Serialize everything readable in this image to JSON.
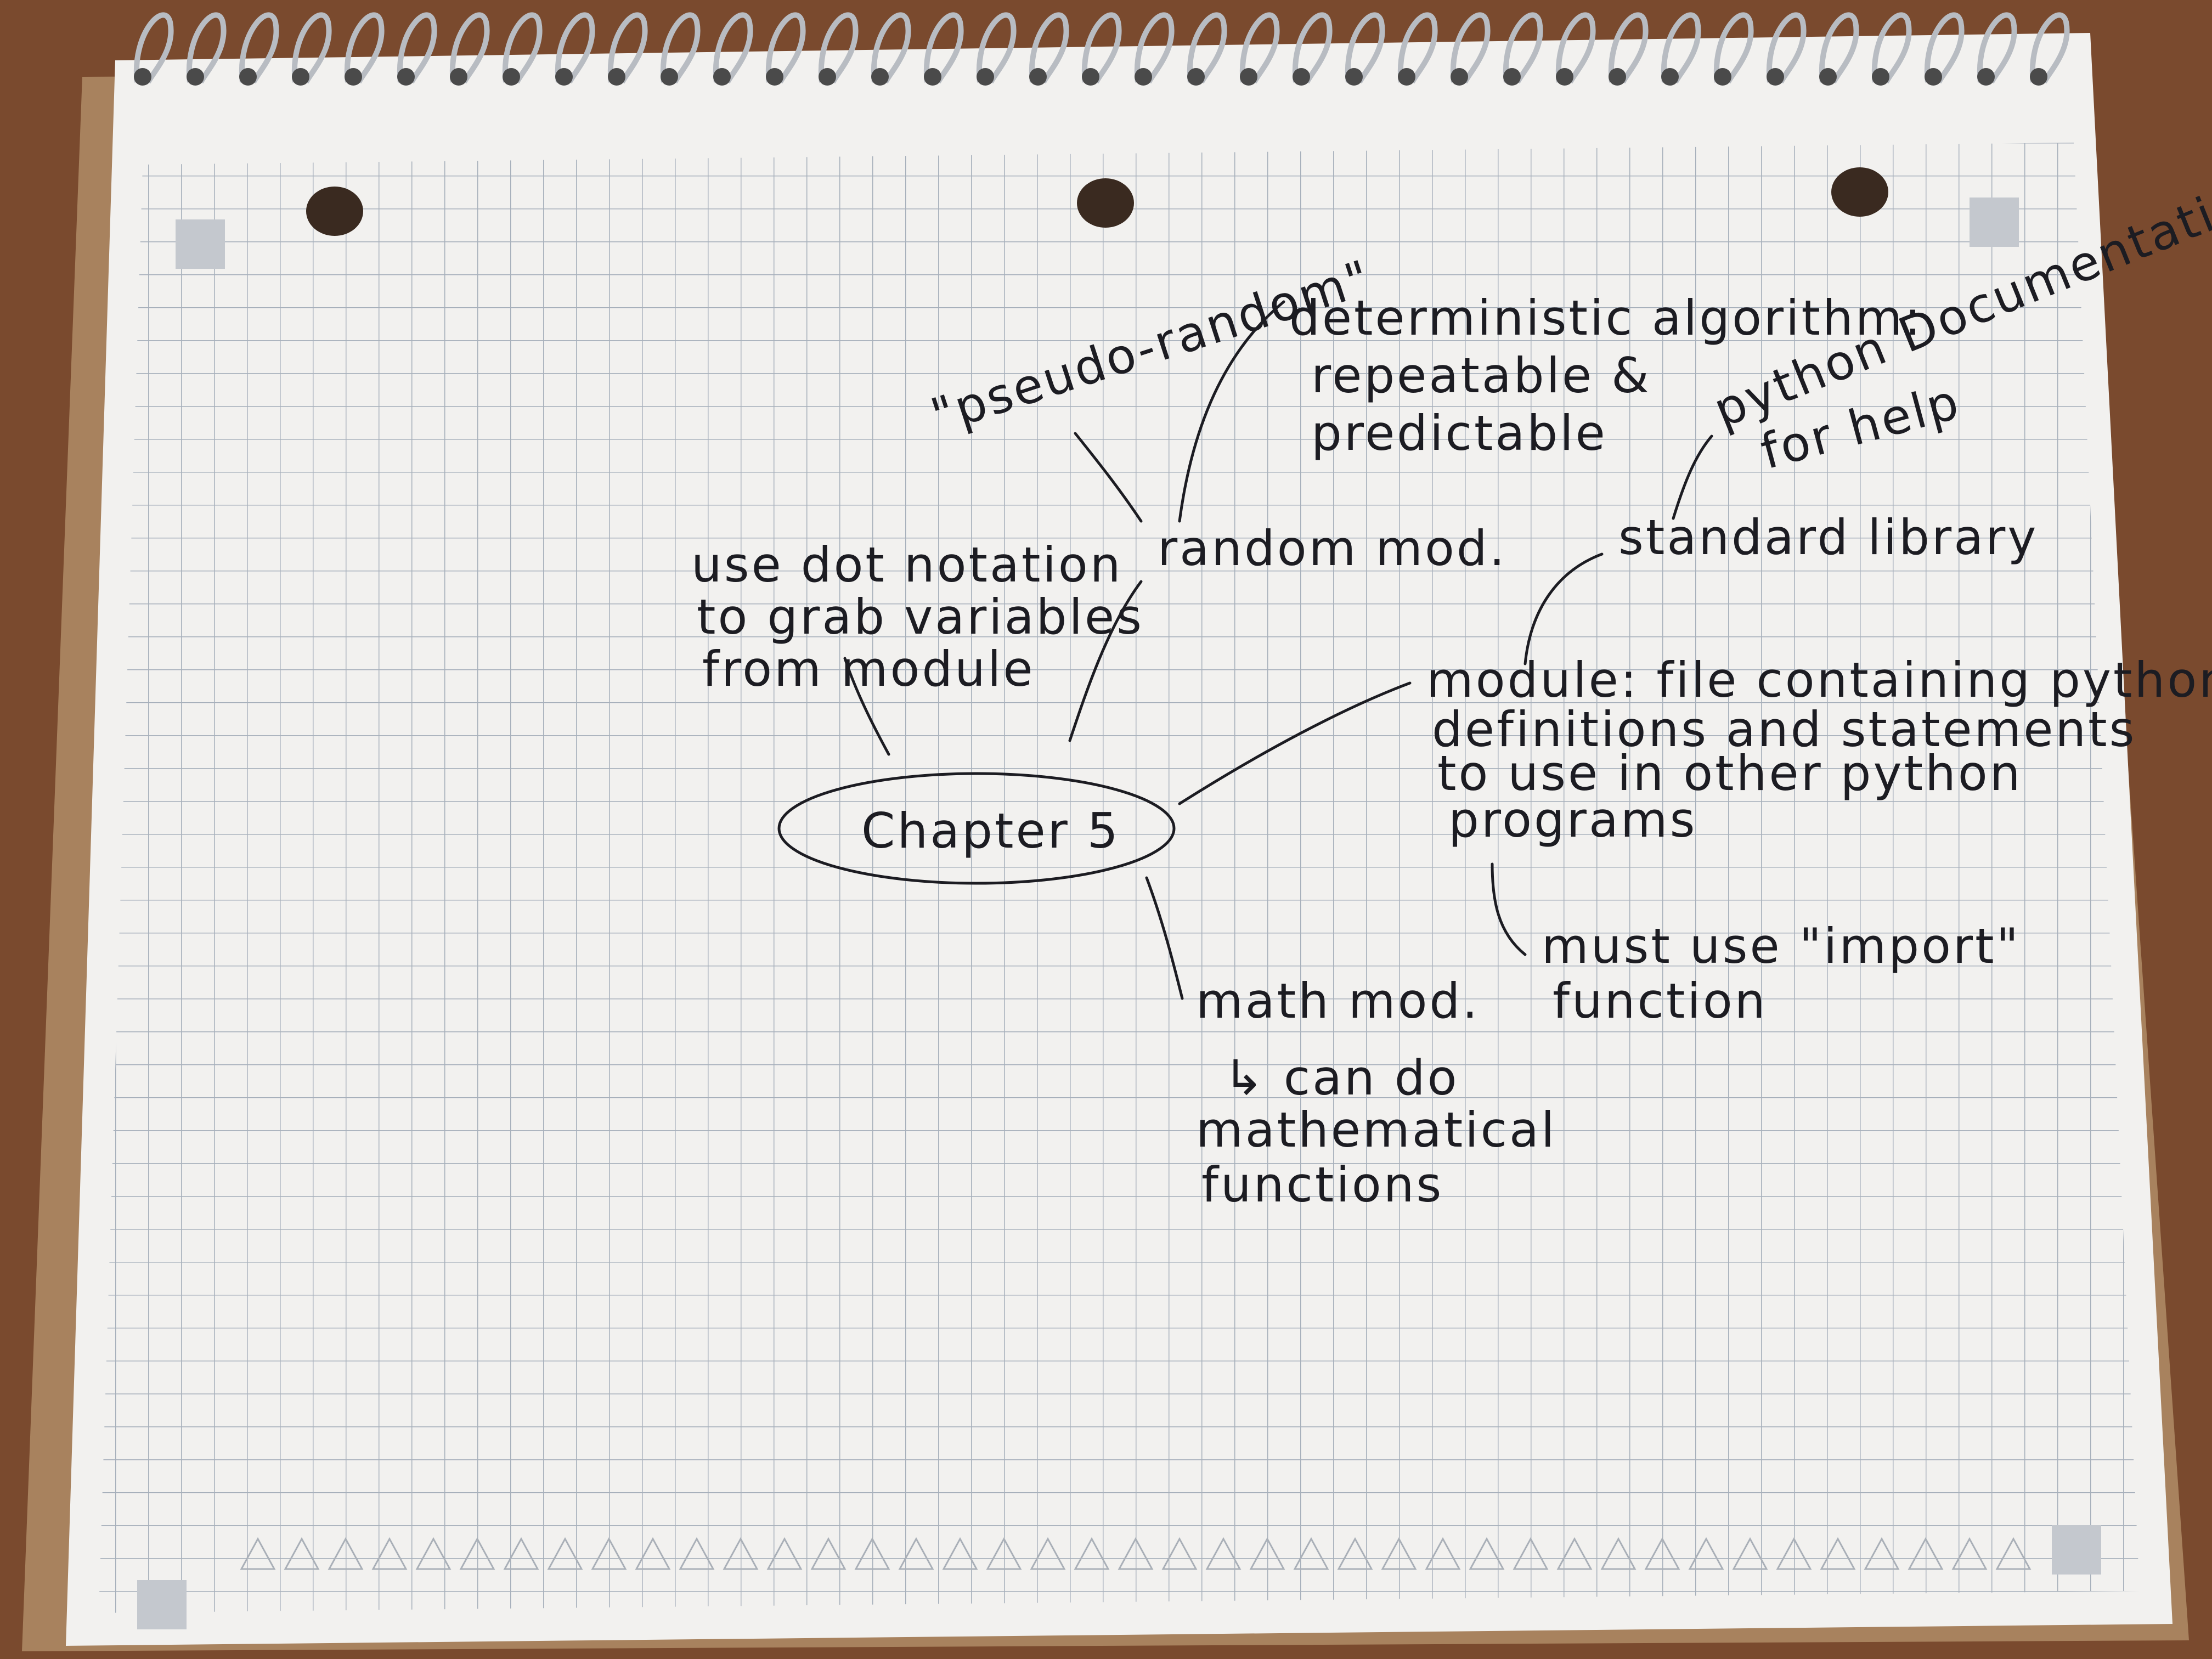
{
  "notebook": {
    "paper_color": "#f2f1ef",
    "grid_color": "#9aa4b2",
    "ink_color": "#1c1c22",
    "desk_color": "#7a4a2e"
  },
  "mindmap": {
    "center": "Chapter 5",
    "random_mod": "random mod.",
    "pseudo_random": "\"pseudo-random\"",
    "deterministic_1": "deterministic algorithm:",
    "deterministic_2": "repeatable &",
    "deterministic_3": "predictable",
    "dot_notation_1": "use dot notation",
    "dot_notation_2": "to grab variables",
    "dot_notation_3": "from module",
    "python_docs_1": "python Documentation",
    "python_docs_2": "for help",
    "standard_library": "standard library",
    "module_def_1": "module: file containing python",
    "module_def_2": "definitions and statements",
    "module_def_3": "to use in other python",
    "module_def_4": "programs",
    "import_1": "must use \"import\"",
    "import_2": "function",
    "math_mod": "math mod.",
    "math_desc_1": "↳ can do",
    "math_desc_2": "mathematical",
    "math_desc_3": "functions"
  }
}
